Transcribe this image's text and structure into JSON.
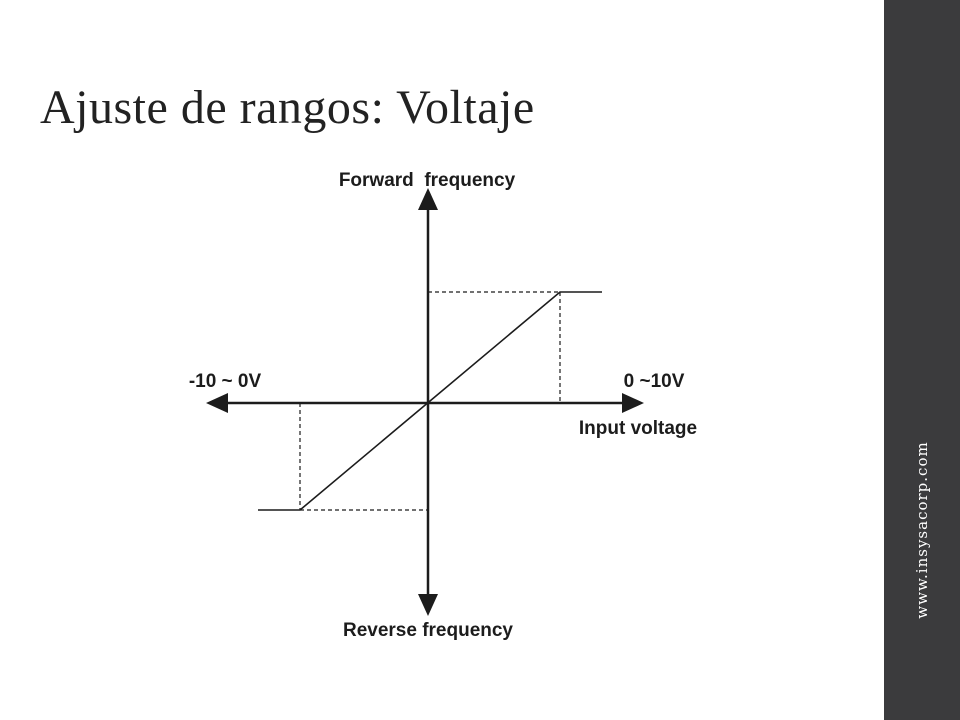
{
  "slide": {
    "title": "Ajuste de rangos: Voltaje",
    "sidebar_text": "www.insysacorp.com",
    "sidebar_color": "#3b3b3d"
  },
  "diagram": {
    "labels": {
      "forward": "Forward  frequency",
      "reverse": "Reverse frequency",
      "negative_range": "-10 ~ 0V",
      "positive_range": "0 ~10V",
      "input": "Input voltage"
    }
  }
}
